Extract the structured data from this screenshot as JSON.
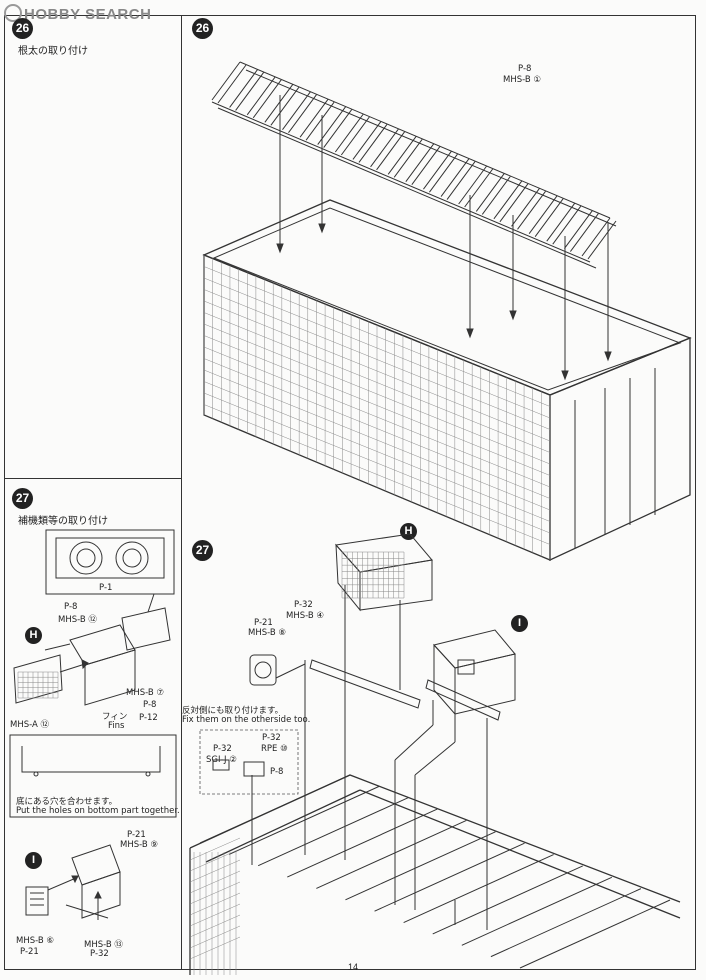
{
  "watermark": "HOBBY SEARCH",
  "page_number": "14",
  "step26": {
    "number": "26",
    "title_jp": "根太の取り付け",
    "part_ref": "MHS-B ①",
    "p_ref": "P-8"
  },
  "step27": {
    "number": "27",
    "title_jp": "補機類等の取り付け",
    "letters": {
      "h": "H",
      "i": "I"
    },
    "left": {
      "p1": "P-1",
      "mhsb12_p": "P-8",
      "mhsb12": "MHS-B ⑫",
      "mhsb7": "MHS-B ⑦",
      "mhsa12": "MHS-A ⑫",
      "fins_jp": "フィン",
      "fins_en": "Fins",
      "p8": "P-8",
      "p12": "P-12",
      "note_jp": "底にある穴を合わせます。",
      "note_en": "Put the holes on bottom part together.",
      "i_mhsb9_p": "P-21",
      "i_mhsb9": "MHS-B ⑨",
      "i_mhsb6": "MHS-B ⑥",
      "i_mhsb6_p": "P-21",
      "i_mhsb13": "MHS-B ⑬",
      "i_mhsb13_p": "P-32"
    },
    "right": {
      "mhsb4_p": "P-32",
      "mhsb4": "MHS-B ④",
      "mhsb8_p": "P-21",
      "mhsb8": "MHS-B ⑧",
      "other_jp": "反対側にも取り付けます。",
      "other_en": "Fix them on the otherside too.",
      "sgij_p": "P-32",
      "sgij": "SGI-J ②",
      "rpe_p": "P-32",
      "rpe": "RPE ⑩",
      "p8": "P-8"
    }
  }
}
